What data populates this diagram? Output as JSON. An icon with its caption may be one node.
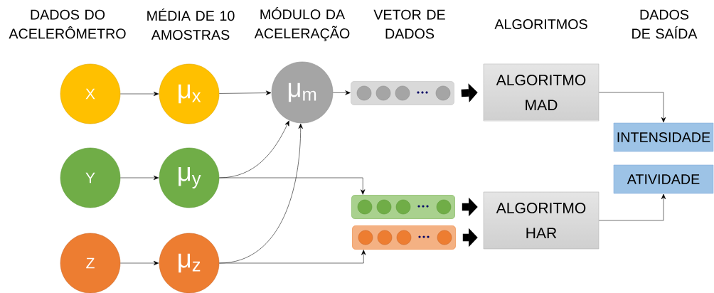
{
  "diagram": {
    "nodes": [
      {
        "text": [
          "X"
        ]
      },
      {
        "text": [
          "Y"
        ]
      },
      {
        "text": [
          "Z"
        ]
      },
      {
        "text": [
          "μ$_{x}$"
        ]
      },
      {
        "text": [
          "μ$_{y}$"
        ]
      },
      {
        "text": [
          "μ$_{z}$"
        ]
      },
      {
        "text": [
          "μ$_{m}$"
        ]
      },
      {
        "text": [],
        "shape": "bar"
      },
      {
        "text": [],
        "shape": "bar"
      },
      {
        "text": [],
        "shape": "bar"
      },
      {
        "text": [
          "ALGORITMO MAD"
        ]
      },
      {
        "text": [
          "ALGORITMO HAR"
        ]
      },
      {
        "text": [
          "INTENSIDADE"
        ]
      },
      {
        "text": [
          "ATIVIDADE"
        ]
      }
    ],
    "edges": [
      {
        "from": 0,
        "to": 3,
        "arrow": "to"
      },
      {
        "from": 1,
        "to": 4,
        "arrow": "to"
      },
      {
        "from": 2,
        "to": 5,
        "arrow": "to"
      },
      {
        "from": 3,
        "to": 6,
        "arrow": "to"
      },
      {
        "from": 4,
        "to": 6,
        "arrow": "to"
      },
      {
        "from": 5,
        "to": 6,
        "arrow": "to"
      },
      {
        "from": 6,
        "to": 7,
        "arrow": "to"
      },
      {
        "from": 4,
        "to": 8,
        "arrow": "to"
      },
      {
        "from": 5,
        "to": 9,
        "arrow": "to"
      },
      {
        "from": 7,
        "to": 10,
        "arrow": "to",
        "style": "thick"
      },
      {
        "from": 8,
        "to": 11,
        "arrow": "to",
        "style": "thick"
      },
      {
        "from": 9,
        "to": 11,
        "arrow": "to",
        "style": "thick"
      },
      {
        "from": 10,
        "to": 12,
        "arrow": "to"
      },
      {
        "from": 11,
        "to": 13,
        "arrow": "to"
      }
    ],
    "labels": [
      "DADOS DO ACELERÔMETRO",
      "MÉDIA DE 10 AMOSTRAS",
      "MÓDULO DA ACELERAÇÃO",
      "VETOR DE DADOS",
      "ALGORITMOS",
      "DADOS DE SAÍDA"
    ]
  }
}
